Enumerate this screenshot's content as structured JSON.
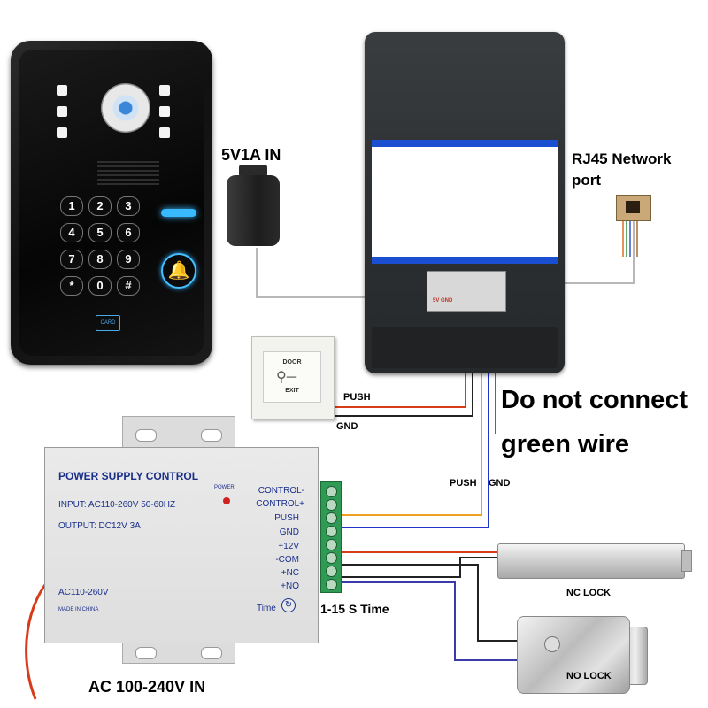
{
  "labels": {
    "power_in": "5V1A IN",
    "rj45_line1": "RJ45 Network",
    "rj45_line2": "port",
    "push_exit": "PUSH",
    "gnd_exit": "GND",
    "warning_line1": "Do not connect",
    "warning_line2": "green wire",
    "push_psu": "PUSH",
    "gnd_psu": "GND",
    "nc_lock": "NC LOCK",
    "no_lock": "NO LOCK",
    "time_range": "1-15 S Time",
    "ac_input": "AC 100-240V IN"
  },
  "keypad": {
    "keys": [
      "1",
      "2",
      "3",
      "4",
      "5",
      "6",
      "7",
      "8",
      "9",
      "*",
      "0",
      "#"
    ],
    "card_label": "CARD"
  },
  "monitor": {
    "terminal_text": "5V GND"
  },
  "exit_button": {
    "line1": "DOOR",
    "line2": "EXIT"
  },
  "psu": {
    "title": "POWER SUPPLY CONTROL",
    "power_led_label": "POWER",
    "input_spec": "INPUT: AC110-260V 50-60HZ",
    "output_spec": "OUTPUT: DC12V  3A",
    "ac_label": "AC110-260V",
    "made_in": "MADE IN CHINA",
    "time_label": "Time",
    "terminals": [
      "CONTROL-",
      "CONTROL+",
      "PUSH",
      "GND",
      "+12V",
      "-COM",
      "+NC",
      "+NO"
    ]
  },
  "colors": {
    "wire_red": "#d63b1a",
    "wire_orange": "#f0a020",
    "wire_blue": "#2233c8",
    "wire_green": "#2f8a2f",
    "wire_black": "#222222",
    "wire_gray": "#b8b8b8",
    "psu_text": "#1a2f8a"
  }
}
